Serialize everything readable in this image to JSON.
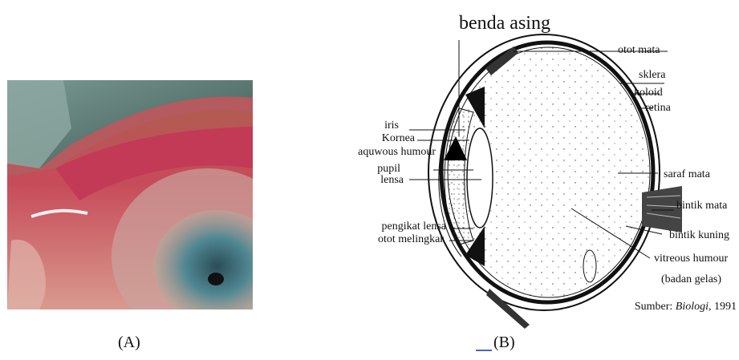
{
  "photo": {
    "caption": "(A)",
    "description_icon": "eye-closeup-photo"
  },
  "diagram": {
    "caption": "(B)",
    "title": "benda asing",
    "labels_right": [
      "otot mata",
      "sklera",
      "koloid",
      "retina",
      "saraf mata",
      "bintik mata",
      "bintik kuning",
      "vitreous humour",
      "(badan gelas)"
    ],
    "labels_left": [
      "iris",
      "Kornea",
      "aquwous humour",
      "pupil",
      "lensa",
      "pengikat lensa",
      "otot melingkar"
    ],
    "source_prefix": "Sumber: ",
    "source_book": "Biologi,",
    "source_year": " 1991"
  }
}
